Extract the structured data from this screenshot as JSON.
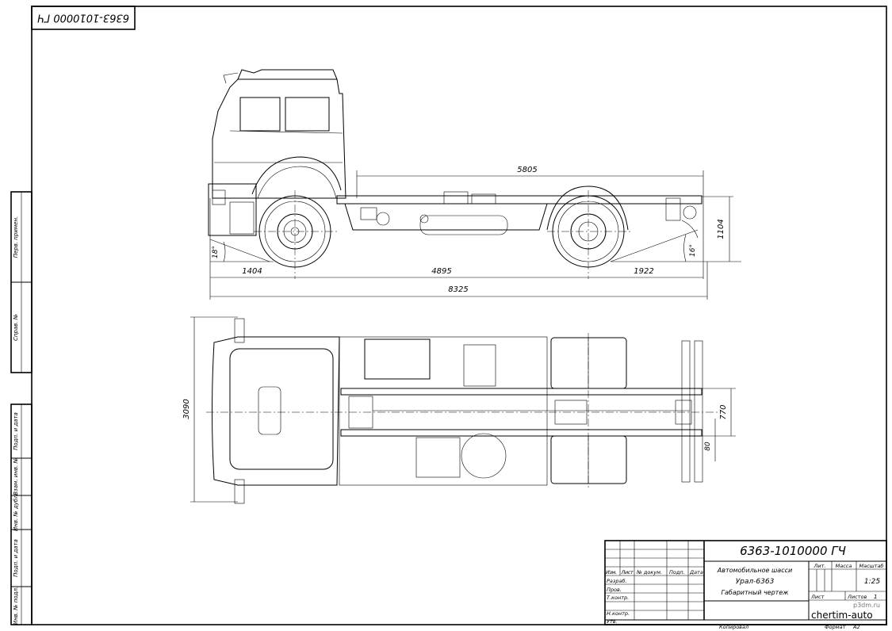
{
  "stamp": {
    "code_rotated": "6363-1010000 ГЧ"
  },
  "side_strip": {
    "upper": [
      "Перв. примен.",
      "Справ. №"
    ],
    "lower": [
      "Подп. и дата",
      "Взам. инв. №",
      "Инв. № дубл.",
      "Подп. и дата",
      "Инв. № подл."
    ]
  },
  "side_view": {
    "dims": {
      "frame_length": "5805",
      "front_overhang": "1404",
      "wheelbase": "4895",
      "rear_overhang": "1922",
      "overall_length": "8325",
      "frame_height": "1104",
      "approach_angle": "18°",
      "departure_angle": "16°"
    }
  },
  "top_view": {
    "dims": {
      "overall_width": "3090",
      "frame_width": "770",
      "offset": "80"
    }
  },
  "title_block": {
    "designation": "6363-1010000 ГЧ",
    "name_lines": [
      "Автомобильное шасси",
      "Урал-6363",
      "Габаритный чертеж"
    ],
    "columns": [
      "Изм.",
      "Лист",
      "№ докум.",
      "Подп.",
      "Дата"
    ],
    "roles": [
      "Разраб.",
      "Пров.",
      "Т.контр.",
      "Н.контр.",
      "Утв."
    ],
    "lit_label": "Лит.",
    "mass_label": "Масса",
    "scale_label": "Масштаб",
    "scale": "1:25",
    "sheet_label": "Лист",
    "sheets_label": "Листов",
    "sheets": "1",
    "organization": "chertim-auto",
    "watermark": "p3dm.ru",
    "copied_label": "Копировал",
    "format_label": "Формат",
    "format": "A2"
  }
}
